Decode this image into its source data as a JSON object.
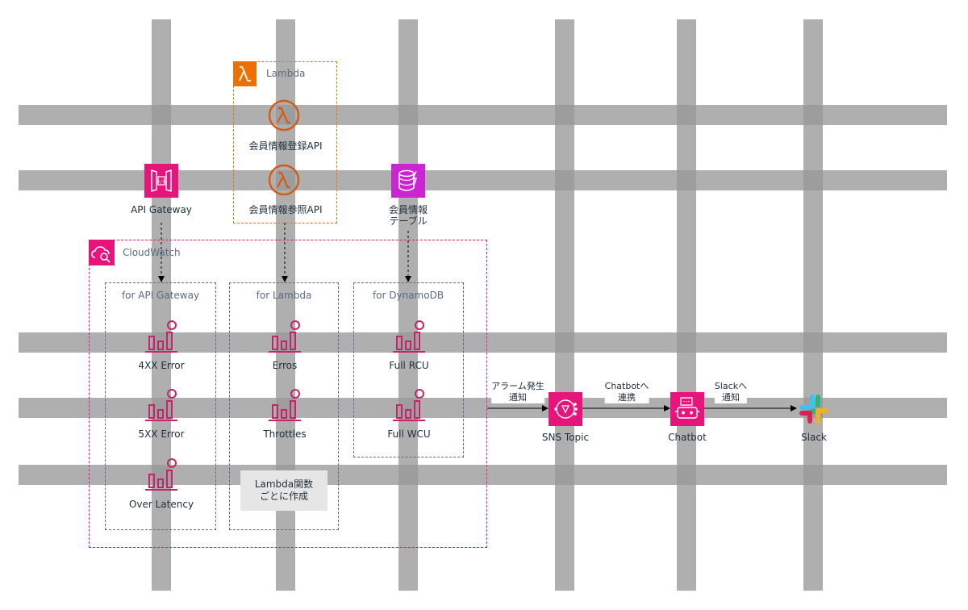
{
  "groups": {
    "lambda": "Lambda",
    "cloudwatch": "CloudWatch",
    "cw_apigw": "for API Gateway",
    "cw_lambda": "for Lambda",
    "cw_dynamo": "for DynamoDB"
  },
  "nodes": {
    "api_gateway": "API Gateway",
    "lambda_register": "会員情報登録API",
    "lambda_reference": "会員情報参照API",
    "dynamo_line1": "会員情報",
    "dynamo_line2": "テーブル",
    "sns_topic": "SNS Topic",
    "chatbot": "Chatbot",
    "slack": "Slack"
  },
  "metrics": {
    "apigw": [
      "4XX Error",
      "5XX Error",
      "Over Latency"
    ],
    "lambda": [
      "Erros",
      "Throttles"
    ],
    "dynamo": [
      "Full RCU",
      "Full WCU"
    ]
  },
  "note": {
    "line1": "Lambda関数",
    "line2": "ごとに作成"
  },
  "edges": {
    "alarm_line1": "アラーム発生",
    "alarm_line2": "通知",
    "chatbot_line1": "Chatbotへ",
    "chatbot_line2": "連携",
    "slack_line1": "Slackへ",
    "slack_line2": "通知"
  },
  "colors": {
    "lambda_orange": "#ed7100",
    "cloudwatch_pink": "#e7157b",
    "dynamo_purple": "#c925d1",
    "group_blue": "#5a6b86",
    "band_gray": "#999999"
  }
}
